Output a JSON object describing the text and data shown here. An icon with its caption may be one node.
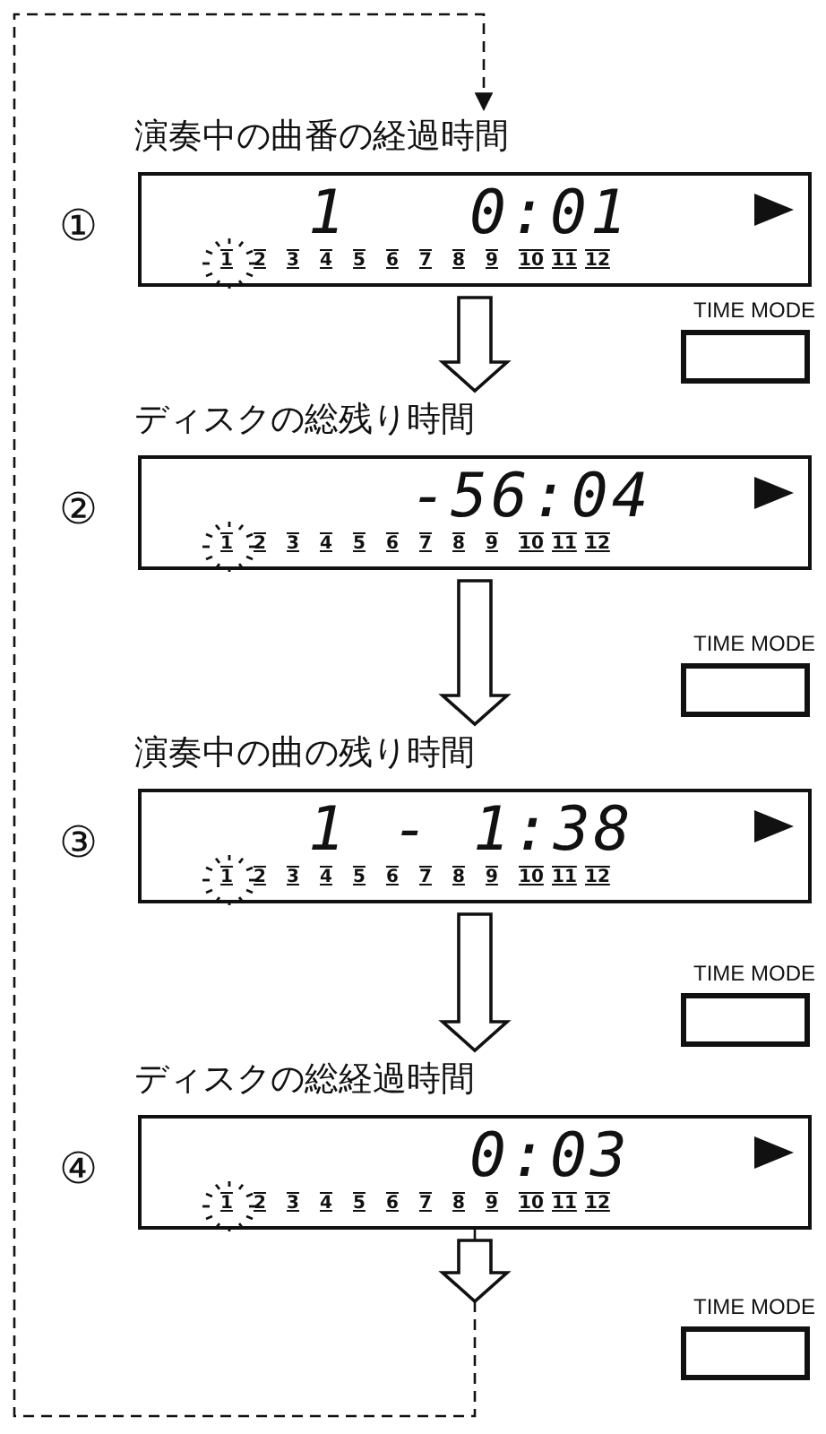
{
  "diagram": {
    "nodes": [
      {
        "text": [
          "演奏中の曲番の経過時間",
          "1",
          "0:01",
          "1",
          "2",
          "3",
          "4",
          "5",
          "6",
          "7",
          "8",
          "9",
          "10",
          "11",
          "12"
        ],
        "beside": [
          "①"
        ]
      },
      {
        "text": [
          "TIME MODE"
        ]
      },
      {
        "text": [
          "ディスクの総残り時間",
          "-56:04",
          "1",
          "2",
          "3",
          "4",
          "5",
          "6",
          "7",
          "8",
          "9",
          "10",
          "11",
          "12"
        ],
        "beside": [
          "②"
        ]
      },
      {
        "text": [
          "TIME MODE"
        ]
      },
      {
        "text": [
          "演奏中の曲の残り時間",
          "1",
          "- 1:38",
          "1",
          "2",
          "3",
          "4",
          "5",
          "6",
          "7",
          "8",
          "9",
          "10",
          "11",
          "12"
        ],
        "beside": [
          "③"
        ]
      },
      {
        "text": [
          "TIME MODE"
        ]
      },
      {
        "text": [
          "ディスクの総経過時間",
          "0:03",
          "1",
          "2",
          "3",
          "4",
          "5",
          "6",
          "7",
          "8",
          "9",
          "10",
          "11",
          "12"
        ],
        "beside": [
          "④"
        ]
      },
      {
        "text": [
          "TIME MODE"
        ]
      }
    ],
    "edges": [
      {
        "from": 0,
        "to": 2,
        "arrow": "to"
      },
      {
        "from": 2,
        "to": 4,
        "arrow": "to"
      },
      {
        "from": 4,
        "to": 6,
        "arrow": "to"
      },
      {
        "from": 6,
        "to": 0,
        "arrow": "to",
        "style": "dashed"
      }
    ]
  }
}
